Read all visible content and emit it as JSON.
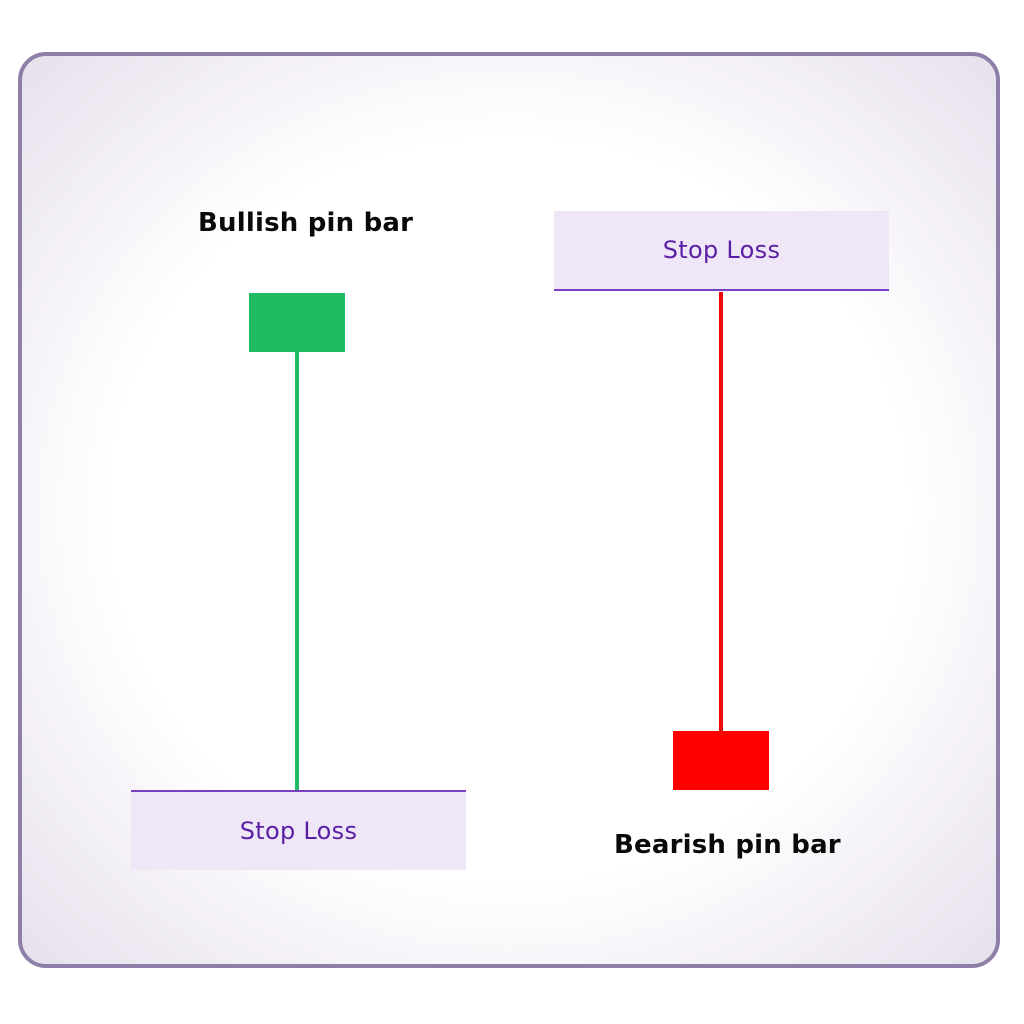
{
  "bullish": {
    "title": "Bullish pin bar",
    "stop_loss_label": "Stop Loss",
    "candle_color": "#1fba62"
  },
  "bearish": {
    "title": "Bearish pin bar",
    "stop_loss_label": "Stop Loss",
    "candle_color": "#ff0000"
  },
  "colors": {
    "stop_loss_fill": "#efe6f8",
    "stop_loss_text": "#5a1fa3",
    "stop_loss_line": "#7b3fc4",
    "frame_border": "#8f7fa8"
  }
}
